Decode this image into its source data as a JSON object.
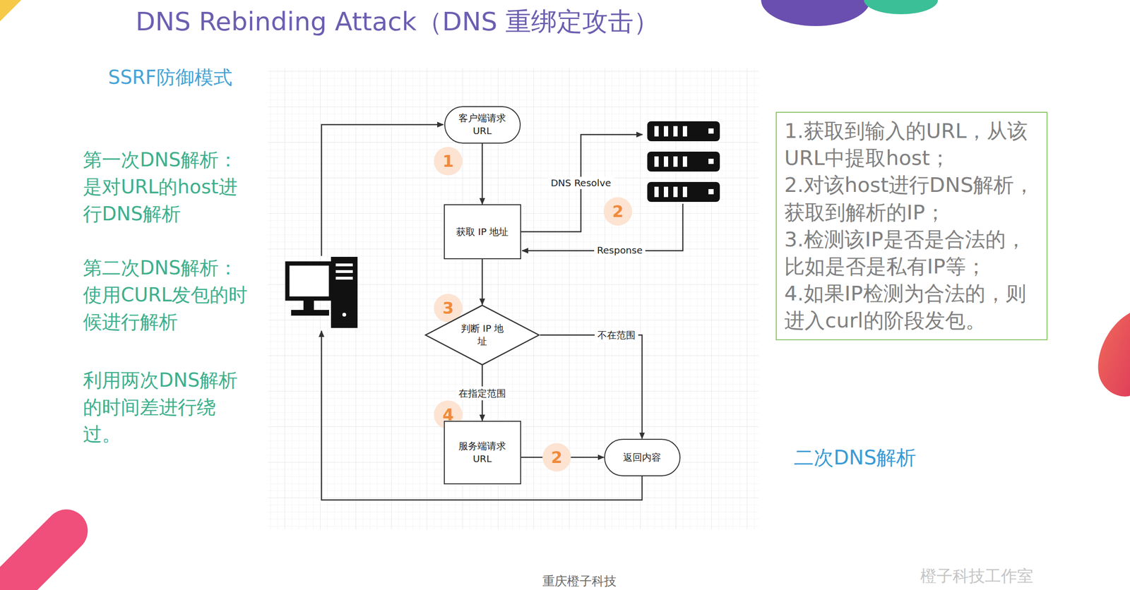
{
  "diagram": {
    "title": "DNS Rebinding Attack（DNS 重绑定攻击）",
    "nodes": [
      {
        "text": [
          "客户端请求 URL"
        ]
      },
      {
        "text": [
          "获取 IP 地址"
        ]
      },
      {
        "text": [
          "判断 IP 地址"
        ]
      },
      {
        "text": [
          "服务端请求 URL"
        ]
      },
      {
        "text": [
          "返回内容"
        ]
      },
      {
        "text": [
          "1.获取到输入的URL，从该URL中提取host；",
          "2.对该host进行DNS解析，获取到解析的IP；",
          "3.检测该IP是否是合法的，比如是否是私有IP等；",
          "4.如果IP检测为合法的，则进入curl的阶段发包。"
        ]
      }
    ],
    "edges": [
      {
        "from": 0,
        "to": 1,
        "arrow": "to"
      },
      {
        "from": 1,
        "to": 2,
        "arrow": "to"
      },
      {
        "from": 2,
        "to": 3,
        "label": "在指定范围",
        "arrow": "to"
      },
      {
        "from": 2,
        "to": 4,
        "label": "不在范围",
        "arrow": "to"
      },
      {
        "from": 3,
        "to": 4,
        "label": "2",
        "arrow": "to"
      }
    ],
    "labels": [
      "SSRF防御模式",
      "第一次DNS解析：",
      "是对URL的host进行DNS解析",
      "第二次DNS解析：",
      "使用CURL发包的时候进行解析",
      "利用两次DNS解析的时间差进行绕过。",
      "DNS Resolve",
      "Response",
      "1",
      "2",
      "3",
      "4",
      "二次DNS解析",
      "重庆橙子科技",
      "橙子科技工作室"
    ]
  }
}
